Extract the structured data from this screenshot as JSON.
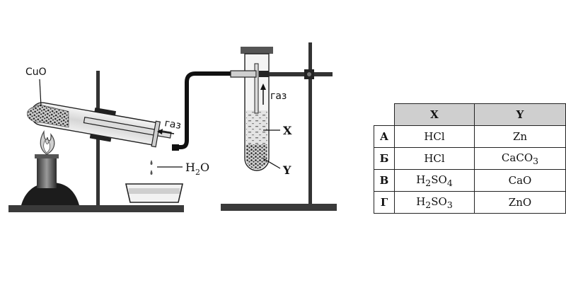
{
  "diagram": {
    "label_cuo": "CuO",
    "label_gas_left": "газ",
    "label_gas_right": "газ",
    "label_water_main": "H",
    "label_water_sub": "2",
    "label_water_tail": "O",
    "label_x": "X",
    "label_y": "Y"
  },
  "table": {
    "header_x": "X",
    "header_y": "Y",
    "rows": [
      {
        "letter": "А",
        "x": [
          {
            "t": "HCl"
          }
        ],
        "y": [
          {
            "t": "Zn"
          }
        ]
      },
      {
        "letter": "Б",
        "x": [
          {
            "t": "HCl"
          }
        ],
        "y": [
          {
            "t": "CaCO"
          },
          {
            "t": "3",
            "sub": true
          }
        ]
      },
      {
        "letter": "В",
        "x": [
          {
            "t": "H"
          },
          {
            "t": "2",
            "sub": true
          },
          {
            "t": "SO"
          },
          {
            "t": "4",
            "sub": true
          }
        ],
        "y": [
          {
            "t": "CaO"
          }
        ]
      },
      {
        "letter": "Г",
        "x": [
          {
            "t": "H"
          },
          {
            "t": "2",
            "sub": true
          },
          {
            "t": "SO"
          },
          {
            "t": "3",
            "sub": true
          }
        ],
        "y": [
          {
            "t": "ZnO"
          }
        ]
      }
    ]
  }
}
